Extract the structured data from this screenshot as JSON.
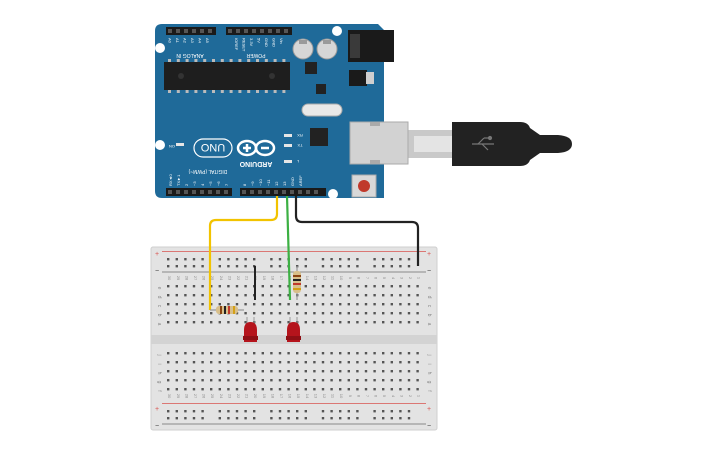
{
  "board": {
    "brand": "ARDUINO",
    "model": "UNO",
    "power_label": "POWER",
    "analog_label": "ANALOG IN",
    "digital_label": "DIGITAL (PWM~)",
    "on_label": "ON",
    "tx_label": "TX",
    "rx_label": "RX",
    "l_label": "L",
    "power_pins": [
      "IOREF",
      "RESET",
      "3.3V",
      "5V",
      "GND",
      "GND",
      "Vin"
    ],
    "analog_pins": [
      "A0",
      "A1",
      "A2",
      "A3",
      "A4",
      "A5"
    ],
    "digital_pins_right": [
      "AREF",
      "GND",
      "13",
      "12",
      "~11",
      "~10",
      "~9",
      "8"
    ],
    "digital_pins_left": [
      "7",
      "~6",
      "~5",
      "4",
      "~3",
      "2",
      "TX►1",
      "RX◄0"
    ],
    "color": "#1f6a99"
  },
  "breadboard": {
    "rows_top": [
      "a",
      "b",
      "c",
      "d",
      "e"
    ],
    "rows_bottom": [
      "f",
      "g",
      "h",
      "i",
      "j"
    ],
    "columns": [
      "1",
      "2",
      "3",
      "4",
      "5",
      "6",
      "7",
      "8",
      "9",
      "10",
      "11",
      "12",
      "13",
      "14",
      "15",
      "16",
      "17",
      "18",
      "19",
      "20",
      "21",
      "22",
      "23",
      "24",
      "25",
      "26",
      "27",
      "28",
      "29",
      "30"
    ],
    "rail_plus": "+",
    "rail_minus": "−"
  },
  "wires": {
    "yellow": "#f2c300",
    "green": "#3cb043",
    "black": "#222222"
  },
  "components": {
    "led_color": "#b5141c",
    "resistor_color": "#d8bf8a"
  }
}
